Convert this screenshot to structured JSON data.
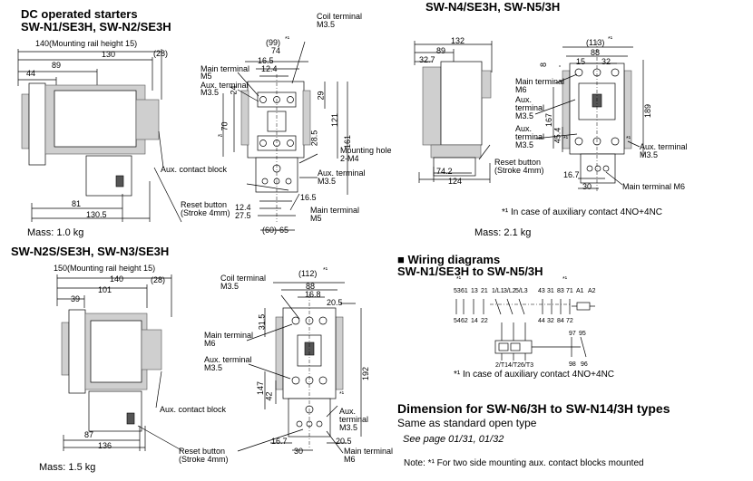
{
  "headings": {
    "dc_starters": "DC operated starters",
    "n1_n2": "SW-N1/SE3H, SW-N2/SE3H",
    "n4_n5": "SW-N4/SE3H, SW-N5/3H",
    "n2s_n3": "SW-N2S/SE3H, SW-N3/SE3H",
    "wiring_title": "■ Wiring diagrams",
    "wiring_range": "SW-N1/SE3H to SW-N5/3H",
    "n6_n14": "Dimension for SW-N6/3H to SW-N14/3H types",
    "same_as": "Same as standard open type",
    "see_page": "See page 01/31, 01/32"
  },
  "masses": {
    "n1": "Mass: 1.0 kg",
    "n4": "Mass: 2.1 kg",
    "n2s": "Mass: 1.5 kg"
  },
  "notes": {
    "aux_4no": "*¹ In case of auxiliary contact 4NO+4NC",
    "aux_4no_b": "*¹  In case of auxiliary contact 4NO+4NC",
    "footnote": "Note: *¹ For two side mounting aux. contact blocks mounted"
  },
  "labels": {
    "coil_terminal": "Coil terminal",
    "m35": "M3.5",
    "main_terminal": "Main terminal",
    "m5": "M5",
    "m6": "M6",
    "aux_terminal": "Aux. terminal",
    "aux": "Aux.",
    "terminal": "terminal",
    "mounting_hole": "Mounting hole",
    "m4": "2-M4",
    "aux_block": "Aux. contact block",
    "reset": "Reset button",
    "stroke": "(Stroke 4mm)",
    "main_m6": "Main terminal M6",
    "star": "*¹"
  },
  "dims_n1": {
    "d140": "140(Mounting rail height 15)",
    "d130": "130",
    "d28": "(28)",
    "d89": "89",
    "d44": "44",
    "d81": "81",
    "d1305": "130.5",
    "d99": "(99)",
    "d74": "74",
    "d165": "16.5",
    "d124": "12.4",
    "d24": "24",
    "d29": "29",
    "d70": "70",
    "d121": "121",
    "d285": "28.5",
    "d161": "161",
    "d165b": "16.5",
    "d124b": "12.4",
    "d275": "27.5",
    "d60": "(60)-65"
  },
  "dims_n4": {
    "d132": "132",
    "d89": "89",
    "d327": "32.7",
    "d113": "(113)",
    "d88": "88",
    "d15": "15",
    "d32": "32",
    "d8": "8",
    "d167": "167",
    "d189": "189",
    "d454": "45.4",
    "d742": "74.2",
    "d124": "124",
    "d167b": "16.7",
    "d30": "30"
  },
  "dims_n2s": {
    "d150": "150(Mounting rail height 15)",
    "d140": "140",
    "d28": "(28)",
    "d101": "101",
    "d39": "39",
    "d87": "87",
    "d136": "136",
    "d112": "(112)",
    "d88": "88",
    "d168": "16.8",
    "d205": "20.5",
    "d315": "31.5",
    "d147": "147",
    "d42": "42",
    "d192": "192",
    "d167": "16.7",
    "d30": "30",
    "d205b": "20.5"
  },
  "wiring": {
    "top_row": [
      "53",
      "61",
      "13",
      "21",
      "1/L1",
      "3/L2",
      "5/L3",
      "43",
      "31",
      "83",
      "71",
      "A1",
      "A2"
    ],
    "bottom_row": [
      "54",
      "62",
      "14",
      "22",
      "44",
      "32",
      "84",
      "72"
    ],
    "outputs": [
      "2/T1",
      "4/T2",
      "6/T3"
    ],
    "ol_top": [
      "97",
      "95"
    ],
    "ol_bottom": [
      "98",
      "96"
    ]
  }
}
